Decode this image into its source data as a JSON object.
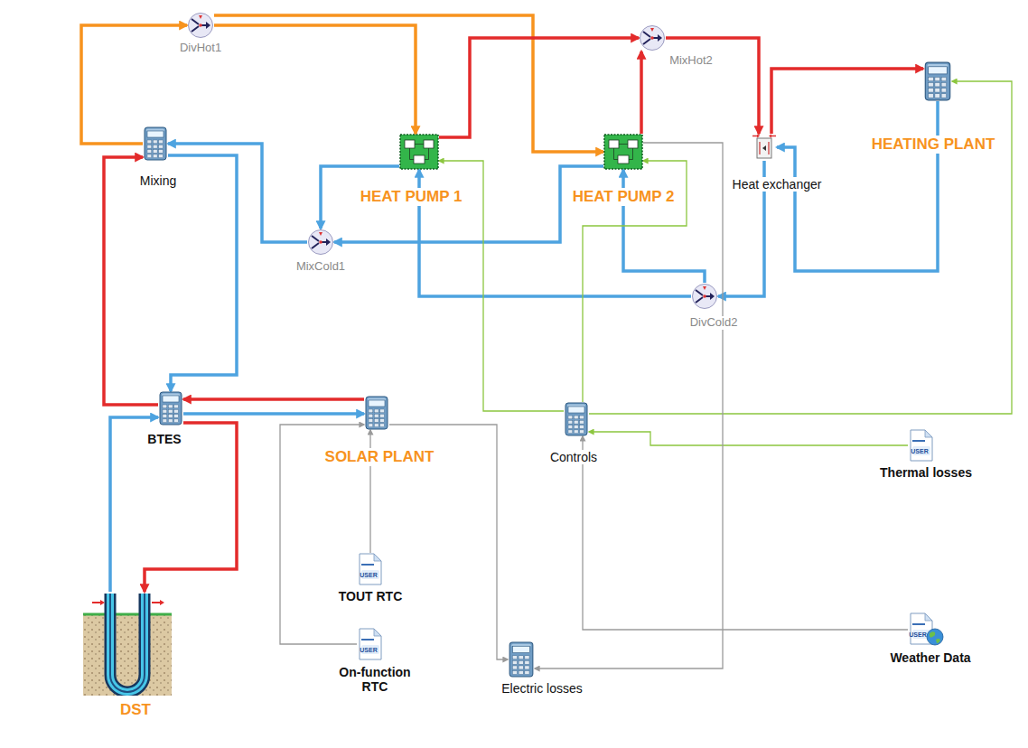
{
  "diagram": {
    "nodes": [
      {
        "text": [
          "DivHot1"
        ]
      },
      {
        "text": [
          "Mixing"
        ]
      },
      {
        "text": [
          "MixCold1"
        ]
      },
      {
        "text": [
          "HEAT PUMP 1"
        ]
      },
      {
        "text": [
          "HEAT PUMP 2"
        ]
      },
      {
        "text": [
          "MixHot2"
        ]
      },
      {
        "text": [
          "Heat exchanger"
        ]
      },
      {
        "text": [
          "HEATING PLANT"
        ]
      },
      {
        "text": [
          "DivCold2"
        ]
      },
      {
        "text": [
          "BTES"
        ]
      },
      {
        "text": [
          "SOLAR PLANT"
        ]
      },
      {
        "text": [
          "Controls"
        ]
      },
      {
        "text": [
          "Thermal losses"
        ]
      },
      {
        "text": [
          "TOUT RTC"
        ]
      },
      {
        "text": [
          "Weather Data"
        ]
      },
      {
        "text": [
          "DST"
        ]
      },
      {
        "text": [
          "On-function RTC"
        ]
      },
      {
        "text": [
          "Electric losses"
        ]
      }
    ],
    "edges": [
      {
        "from": 1,
        "to": 0,
        "arrow": "to"
      },
      {
        "from": 0,
        "to": 3,
        "arrow": "to"
      },
      {
        "from": 0,
        "to": 4,
        "arrow": "to"
      },
      {
        "from": 3,
        "to": 5,
        "arrow": "to"
      },
      {
        "from": 4,
        "to": 5,
        "arrow": "to"
      },
      {
        "from": 5,
        "to": 6,
        "arrow": "to"
      },
      {
        "from": 6,
        "to": 7,
        "arrow": "to"
      },
      {
        "from": 7,
        "to": 6,
        "arrow": "to"
      },
      {
        "from": 6,
        "to": 8,
        "arrow": "to"
      },
      {
        "from": 8,
        "to": 3,
        "arrow": "to"
      },
      {
        "from": 8,
        "to": 4,
        "arrow": "to"
      },
      {
        "from": 3,
        "to": 2,
        "arrow": "to"
      },
      {
        "from": 4,
        "to": 2,
        "arrow": "to"
      },
      {
        "from": 2,
        "to": 1,
        "arrow": "to"
      },
      {
        "from": 1,
        "to": 9,
        "arrow": "to"
      },
      {
        "from": 9,
        "to": 1,
        "arrow": "to"
      },
      {
        "from": 10,
        "to": 9,
        "arrow": "to"
      },
      {
        "from": 9,
        "to": 10,
        "arrow": "to"
      },
      {
        "from": 15,
        "to": 9,
        "arrow": "to"
      },
      {
        "from": 9,
        "to": 15,
        "arrow": "to"
      },
      {
        "from": 11,
        "to": 3,
        "arrow": "to"
      },
      {
        "from": 11,
        "to": 4,
        "arrow": "to"
      },
      {
        "from": 11,
        "to": 7,
        "arrow": "to"
      },
      {
        "from": 12,
        "to": 11,
        "arrow": "to"
      },
      {
        "from": 14,
        "to": 11,
        "arrow": "to"
      },
      {
        "from": 13,
        "to": 10,
        "arrow": "to"
      },
      {
        "from": 16,
        "to": 10,
        "arrow": "to"
      },
      {
        "from": 10,
        "to": 17,
        "arrow": "to"
      },
      {
        "from": 4,
        "to": 17,
        "arrow": "to"
      }
    ],
    "labels": [
      "USER",
      "USER",
      "USER",
      "USER"
    ]
  }
}
